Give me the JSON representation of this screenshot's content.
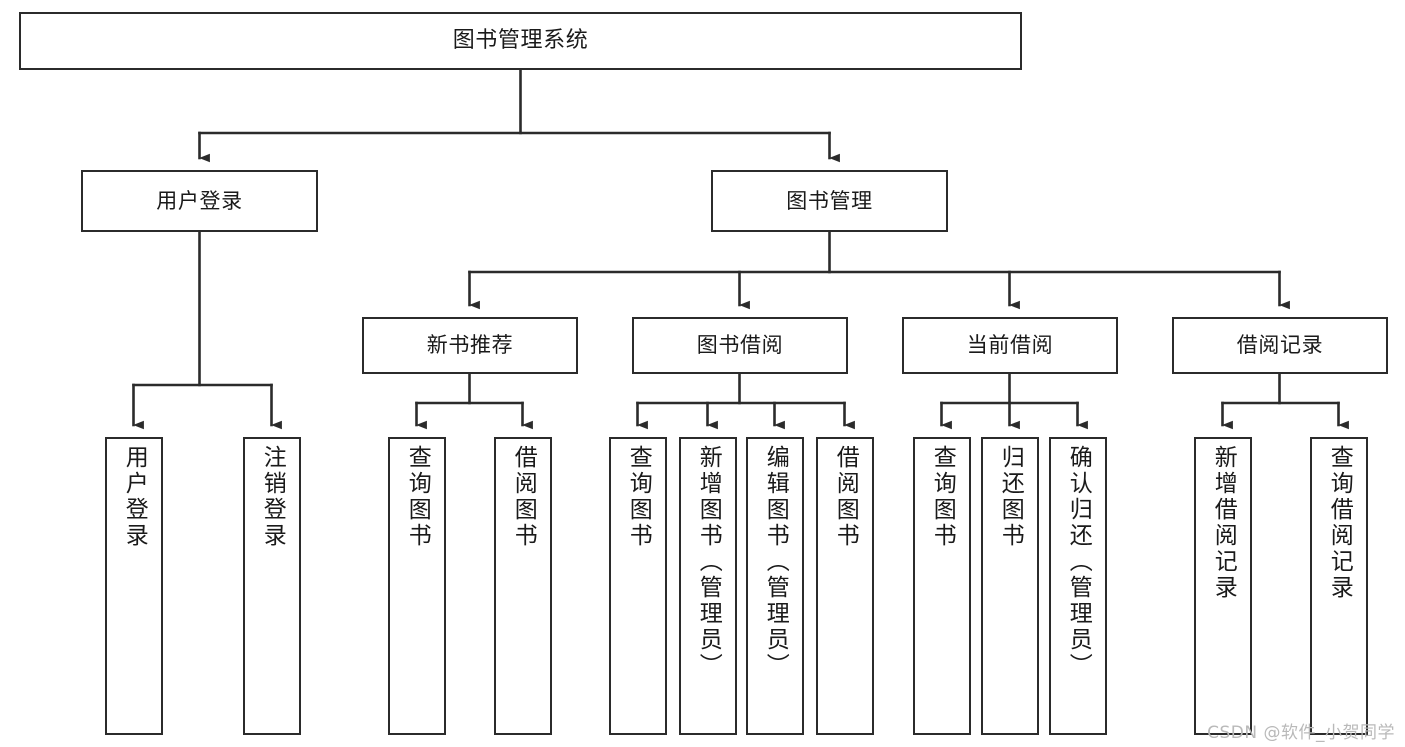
{
  "diagram": {
    "title": "图书管理系统",
    "type": "tree-hierarchy",
    "watermark": "CSDN @软件_小贺同学",
    "colors": {
      "background": "#ffffff",
      "box_border": "#2b2b2b",
      "box_fill": "#ffffff",
      "text": "#1a1a1a",
      "connector": "#2b2b2b",
      "watermark": "#b9b9b9"
    },
    "nodes": {
      "root": {
        "label": "图书管理系统"
      },
      "level2": [
        {
          "label": "用户登录"
        },
        {
          "label": "图书管理"
        }
      ],
      "level3": [
        {
          "label": "新书推荐"
        },
        {
          "label": "图书借阅"
        },
        {
          "label": "当前借阅"
        },
        {
          "label": "借阅记录"
        }
      ],
      "leaves_user_login": [
        {
          "label": "用户登录"
        },
        {
          "label": "注销登录"
        }
      ],
      "leaves_new_book": [
        {
          "label": "查询图书"
        },
        {
          "label": "借阅图书"
        }
      ],
      "leaves_borrow": [
        {
          "label": "查询图书"
        },
        {
          "label": "新增图书（管理员）"
        },
        {
          "label": "编辑图书（管理员）"
        },
        {
          "label": "借阅图书"
        }
      ],
      "leaves_current": [
        {
          "label": "查询图书"
        },
        {
          "label": "归还图书"
        },
        {
          "label": "确认归还（管理员）"
        }
      ],
      "leaves_record": [
        {
          "label": "新增借阅记录"
        },
        {
          "label": "查询借阅记录"
        }
      ]
    }
  }
}
